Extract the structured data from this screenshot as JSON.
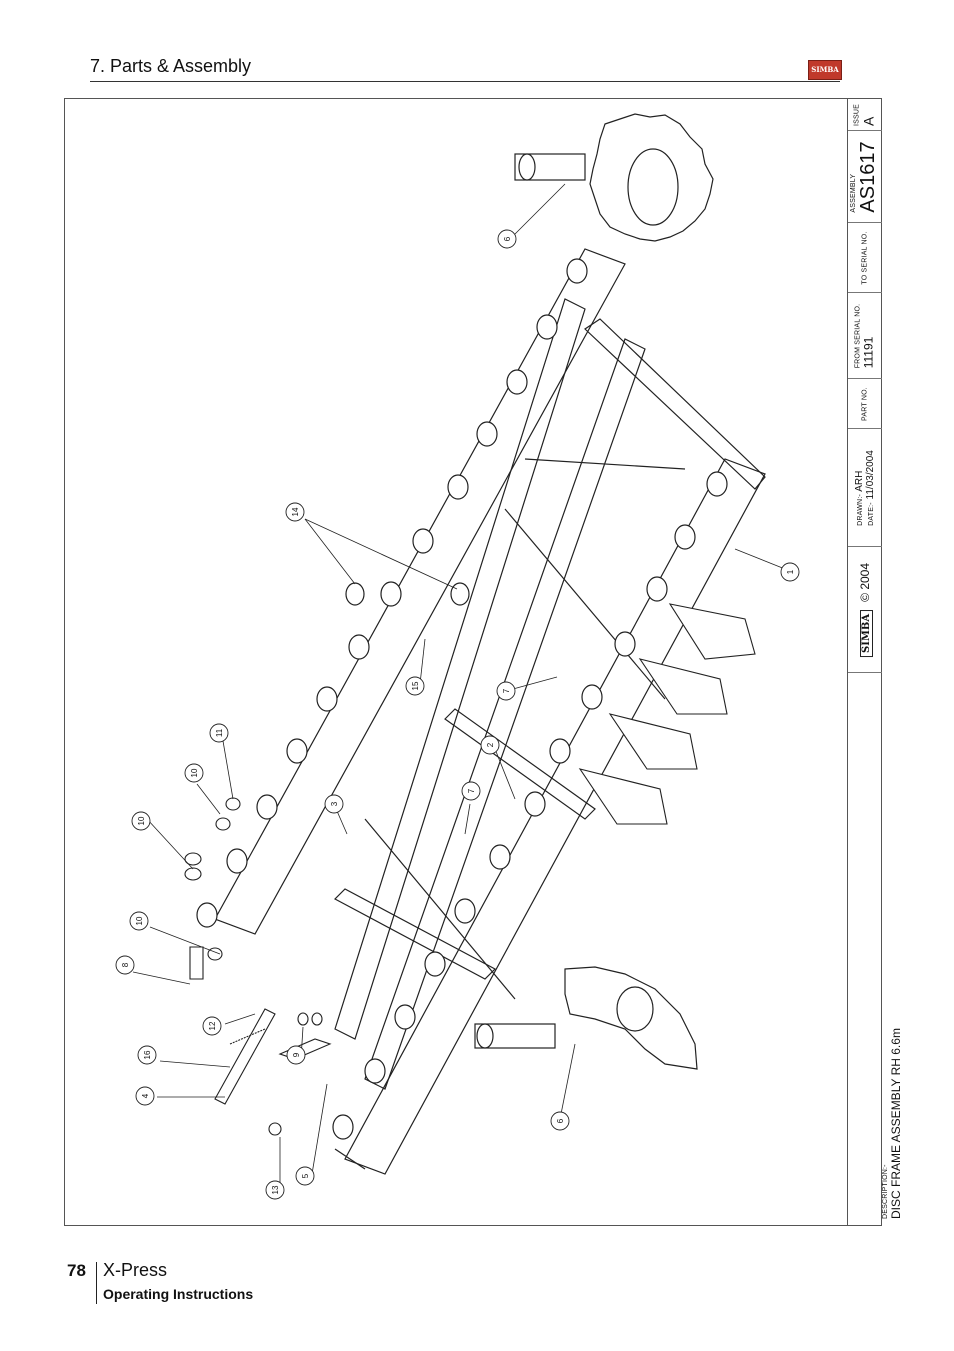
{
  "header": {
    "section_title": "7. Parts & Assembly",
    "logo_text": "SIMBA"
  },
  "titleblock": {
    "issue_label": "ISSUE",
    "issue_value": "A",
    "assembly_label": "ASSEMBLY",
    "assembly_value": "AS1617",
    "to_serial_label": "TO SERIAL NO.",
    "to_serial_value": "",
    "from_serial_label": "FROM SERIAL NO.",
    "from_serial_value": "11191",
    "part_no_label": "PART NO.",
    "part_no_value": "",
    "drawn_label": "DRAWN:-",
    "drawn_value": "ARH",
    "date_label": "DATE:-",
    "date_value": "11/03/2004",
    "copyright": "© 2004",
    "logo_text": "SIMBA",
    "description_label": "DESCRIPTION:-",
    "description_value": "DISC FRAME ASSEMBLY RH 6.6m"
  },
  "callouts": [
    "1",
    "2",
    "3",
    "4",
    "5",
    "6",
    "6",
    "7",
    "7",
    "8",
    "9",
    "10",
    "10",
    "10",
    "11",
    "12",
    "13",
    "14",
    "15",
    "16"
  ],
  "footer": {
    "page_number": "78",
    "product": "X-Press",
    "subtitle": "Operating Instructions"
  }
}
